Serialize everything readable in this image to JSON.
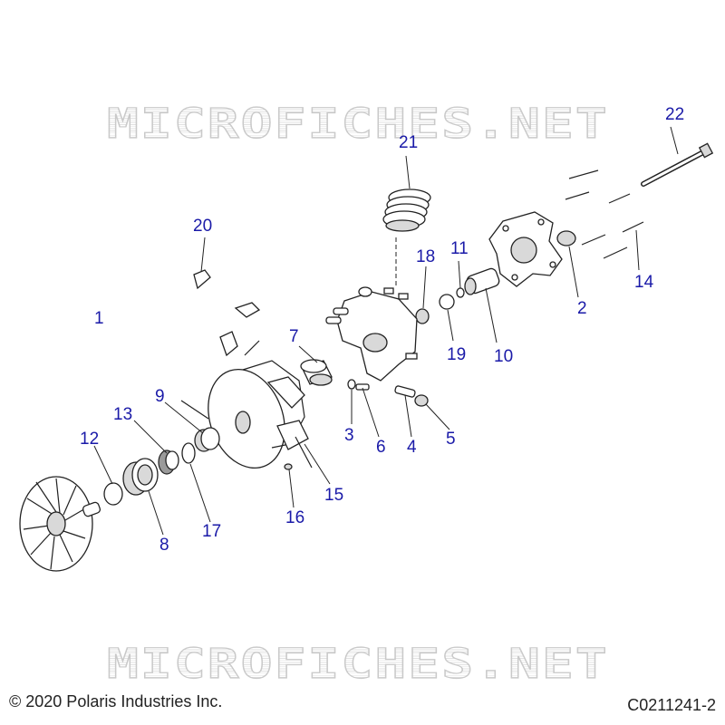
{
  "watermark": {
    "top": "MICROFICHES.NET",
    "bottom": "MICROFICHES.NET"
  },
  "footer": {
    "copyright": "© 2020 Polaris Industries Inc.",
    "figure_code": "C0211241-2"
  },
  "callouts": {
    "c1": "1",
    "c2": "2",
    "c3": "3",
    "c4": "4",
    "c5": "5",
    "c6": "6",
    "c7": "7",
    "c8": "8",
    "c9": "9",
    "c10": "10",
    "c11": "11",
    "c12": "12",
    "c13": "13",
    "c14": "14",
    "c15": "15",
    "c16": "16",
    "c17": "17",
    "c18": "18",
    "c19": "19",
    "c20": "20",
    "c21": "21",
    "c22": "22"
  },
  "colors": {
    "callout": "#1a1aa8",
    "watermark": "#c9c9c9"
  }
}
